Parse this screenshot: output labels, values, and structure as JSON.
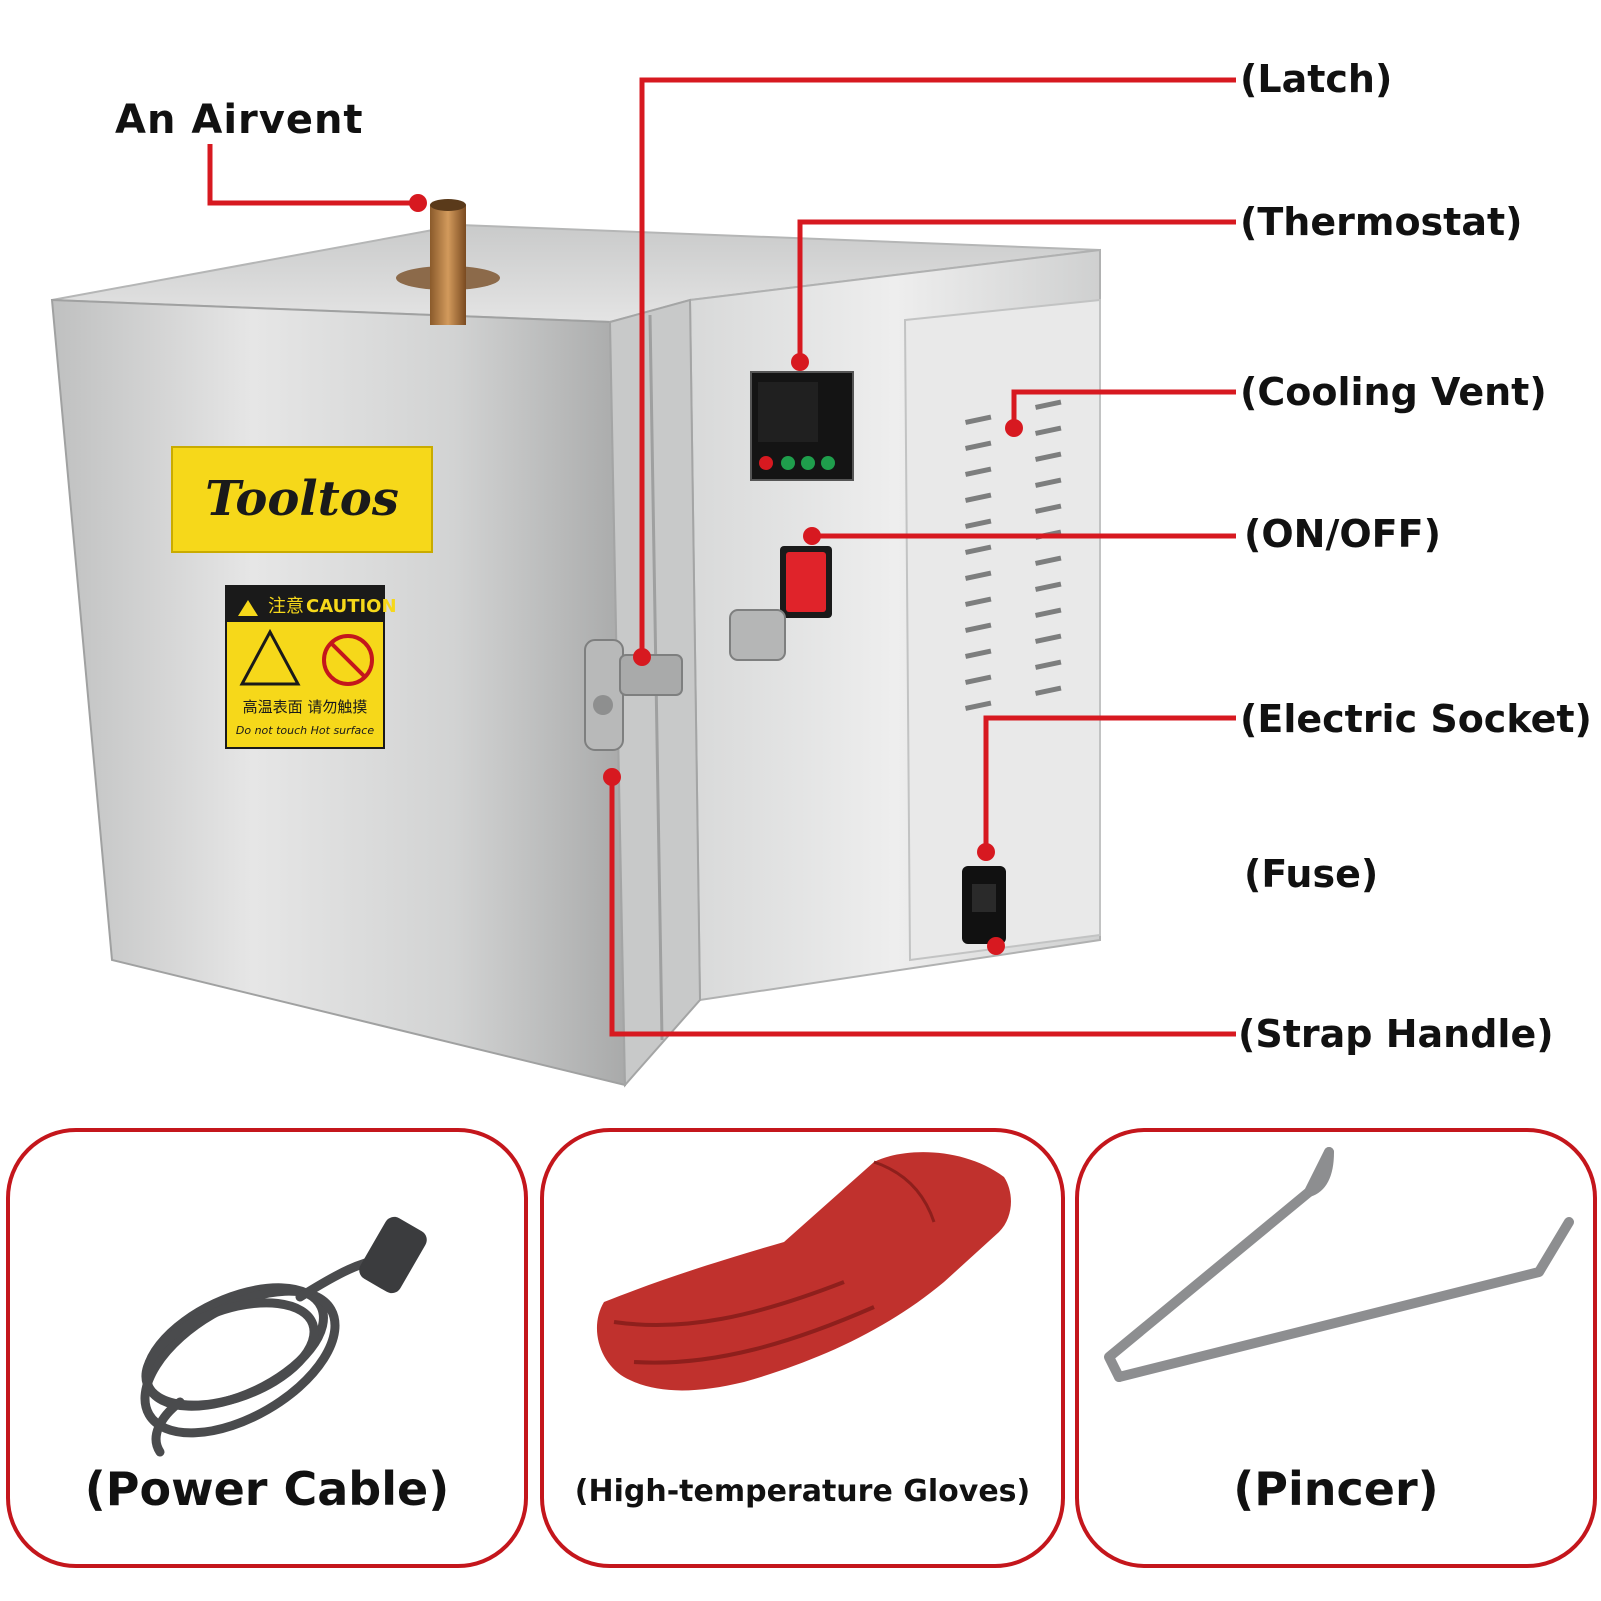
{
  "colors": {
    "callout_red": "#d71920",
    "card_border": "#c4161c",
    "steel": "#cfd0d0",
    "label_yellow": "#f6d81a"
  },
  "product": {
    "brand_label": "Tooltos",
    "caution": {
      "header_cn": "注意",
      "header_en": "CAUTION",
      "text_cn": "高温表面 请勿触摸",
      "text_en": "Do not touch Hot surface"
    }
  },
  "callouts": {
    "airvent": "An Airvent",
    "latch": "(Latch)",
    "thermostat": "(Thermostat)",
    "cooling_vent": "(Cooling Vent)",
    "on_off": "(ON/OFF)",
    "electric_socket": "(Electric Socket)",
    "fuse": "(Fuse)",
    "strap_handle": "(Strap Handle)"
  },
  "accessories": [
    {
      "label": "(Power Cable)"
    },
    {
      "label": "(High-temperature Gloves)"
    },
    {
      "label": "(Pincer)"
    }
  ],
  "icons": [
    "power-cable-icon",
    "gloves-icon",
    "pincer-icon"
  ]
}
